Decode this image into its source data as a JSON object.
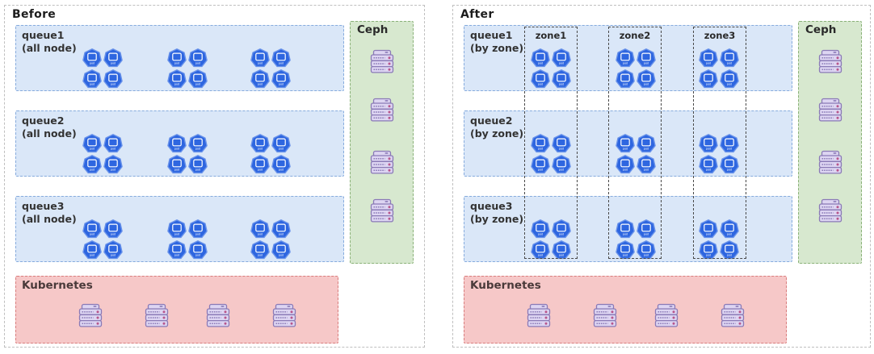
{
  "diagram": {
    "panels": [
      {
        "title": "Before",
        "queues": [
          {
            "label": "queue1",
            "mode": "(all node)",
            "pod_groups": 3,
            "pods_per_group": 4
          },
          {
            "label": "queue2",
            "mode": "(all node)",
            "pod_groups": 3,
            "pods_per_group": 4
          },
          {
            "label": "queue3",
            "mode": "(all node)",
            "pod_groups": 3,
            "pods_per_group": 4
          }
        ],
        "zones": [],
        "ceph": {
          "label": "Ceph",
          "server_count": 4
        },
        "kubernetes": {
          "label": "Kubernetes",
          "server_count": 4
        }
      },
      {
        "title": "After",
        "queues": [
          {
            "label": "queue1",
            "mode": "(by zone)",
            "pod_groups": 3,
            "pods_per_group": 4
          },
          {
            "label": "queue2",
            "mode": "(by zone)",
            "pod_groups": 3,
            "pods_per_group": 4
          },
          {
            "label": "queue3",
            "mode": "(by zone)",
            "pod_groups": 3,
            "pods_per_group": 4
          }
        ],
        "zones": [
          {
            "label": "zone1"
          },
          {
            "label": "zone2"
          },
          {
            "label": "zone3"
          }
        ],
        "ceph": {
          "label": "Ceph",
          "server_count": 4
        },
        "kubernetes": {
          "label": "Kubernetes",
          "server_count": 4
        }
      }
    ],
    "icons": {
      "pod_label": "pod",
      "pod_icon": "kubernetes-pod",
      "server_icon": "server-rack"
    },
    "colors": {
      "pod_fill": "#2e66e0",
      "pod_stroke": "#6a93ea",
      "queue_fill": "#dae7f8",
      "queue_border": "#86abdd",
      "ceph_fill": "#d7e8cf",
      "ceph_border": "#8ab178",
      "kubernetes_fill": "#f6c8c8",
      "kubernetes_border": "#d97d7d",
      "server_body": "#ddd5f2",
      "server_stroke": "#8a7ab6",
      "server_led": "#b7568c",
      "zone_border": "#4a4a4a"
    }
  }
}
